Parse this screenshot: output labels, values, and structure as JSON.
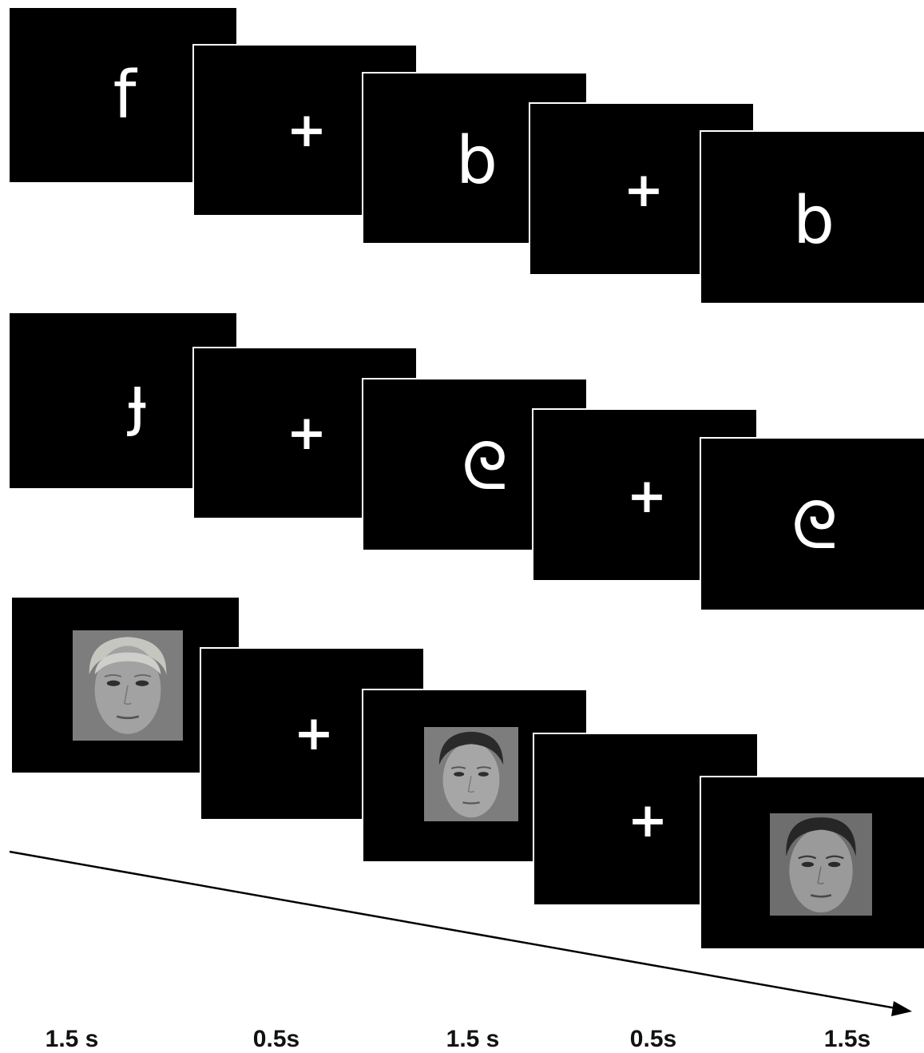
{
  "rows": [
    {
      "name": "letters",
      "frames": [
        {
          "kind": "letter",
          "content": "f"
        },
        {
          "kind": "fixation",
          "content": "+"
        },
        {
          "kind": "letter",
          "content": "b"
        },
        {
          "kind": "fixation",
          "content": "+"
        },
        {
          "kind": "letter",
          "content": "b"
        }
      ]
    },
    {
      "name": "unfamiliar-symbols",
      "frames": [
        {
          "kind": "symbol",
          "content": "ɟ"
        },
        {
          "kind": "fixation",
          "content": "+"
        },
        {
          "kind": "symbol",
          "content": "ᘓ"
        },
        {
          "kind": "fixation",
          "content": "+"
        },
        {
          "kind": "symbol",
          "content": "ᘓ"
        }
      ]
    },
    {
      "name": "faces",
      "frames": [
        {
          "kind": "face",
          "content": ""
        },
        {
          "kind": "fixation",
          "content": "+"
        },
        {
          "kind": "face",
          "content": ""
        },
        {
          "kind": "fixation",
          "content": "+"
        },
        {
          "kind": "face",
          "content": ""
        }
      ]
    }
  ],
  "durations": [
    "1.5 s",
    "0.5s",
    "1.5 s",
    "0.5s",
    "1.5s"
  ],
  "colors": {
    "screen": "#000000",
    "glyph": "#ffffff",
    "face_bg": "#7d7d7d",
    "arrow": "#000000"
  }
}
